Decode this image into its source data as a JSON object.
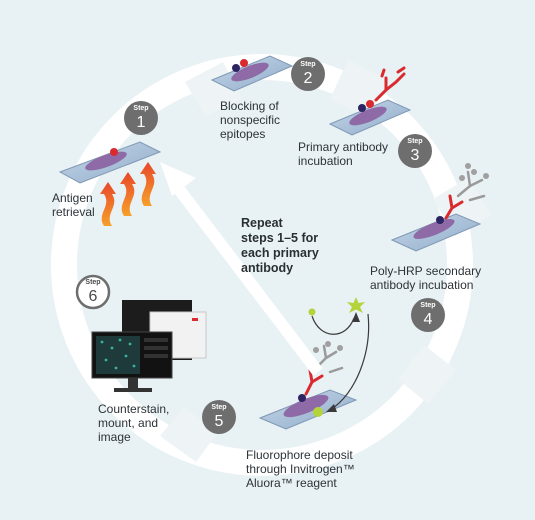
{
  "steps": [
    {
      "badge": "Step",
      "num": "1",
      "label": "Antigen\nretrieval"
    },
    {
      "badge": "Step",
      "num": "2",
      "label": "Blocking of\nnonspecific\nepitopes"
    },
    {
      "badge": "Step",
      "num": "3",
      "label": "Primary antibody\nincubation"
    },
    {
      "badge": "Step",
      "num": "4",
      "label": "Poly-HRP secondary\nantibody incubation"
    },
    {
      "badge": "Step",
      "num": "5",
      "label": "Fluorophore deposit\nthrough Invitrogen™\nAluora™ reagent"
    },
    {
      "badge": "Step",
      "num": "6",
      "label": "Counterstain,\nmount, and\nimage"
    }
  ],
  "center_text": "Repeat\nsteps 1–5 for\neach primary\nantibody",
  "colors": {
    "background": "#e8f1f4",
    "ring": "#ffffff",
    "badge": "#6e6e6e",
    "slide": "#9fb8d4",
    "tissue": "#8e6aa6",
    "antibody_red": "#d92b2f",
    "antibody_gray": "#9a9a9a",
    "fluorophore": "#b5d33b",
    "heat": "#e8472a"
  }
}
